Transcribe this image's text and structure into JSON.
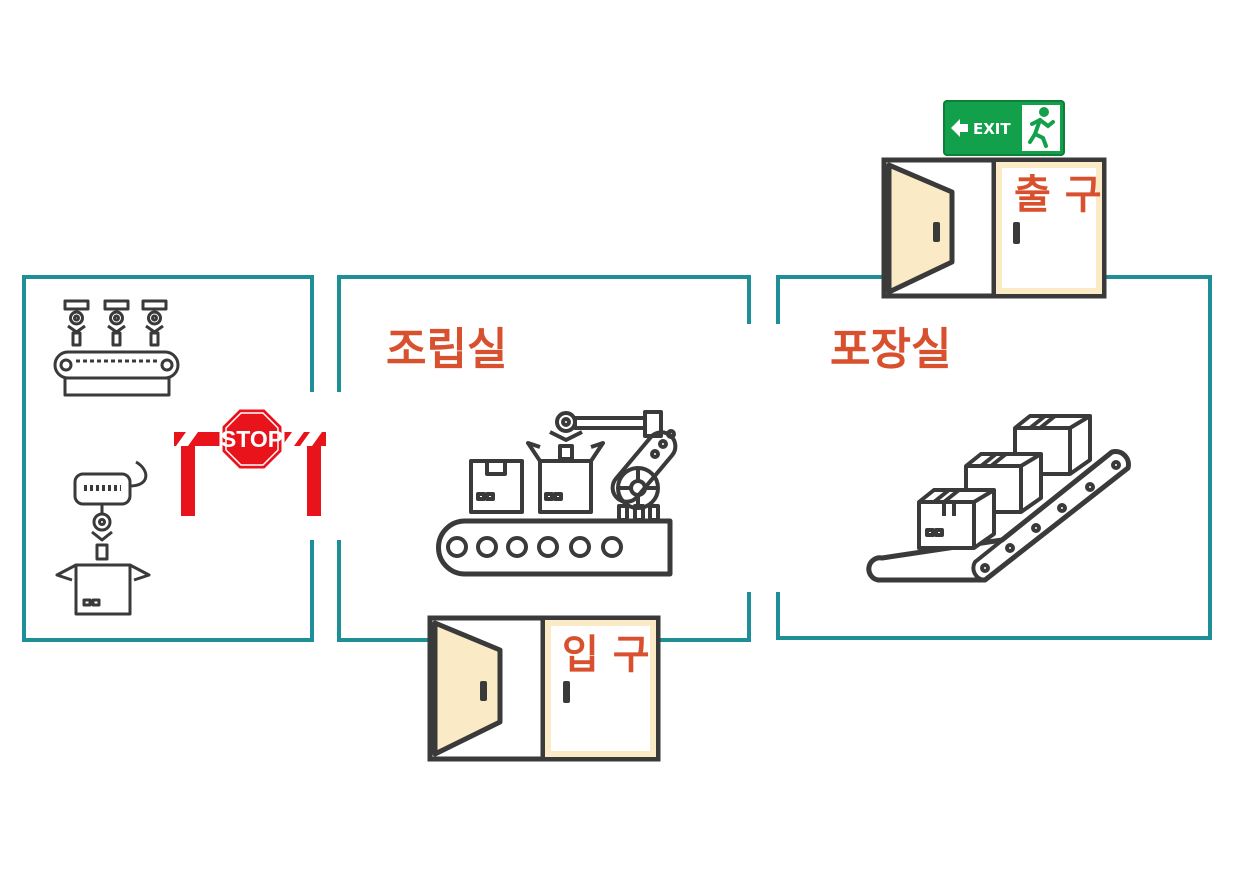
{
  "rooms": {
    "assembly": {
      "label": "조립실"
    },
    "packaging": {
      "label": "포장실"
    }
  },
  "doors": {
    "entrance": {
      "label": "입 구"
    },
    "exit": {
      "label": "출 구"
    }
  },
  "signs": {
    "stop": {
      "text": "STOP"
    },
    "exit": {
      "text": "EXIT"
    }
  },
  "colors": {
    "wall": "#1e8f96",
    "label": "#d9502f",
    "door_frame": "#3a3a3a",
    "door_panel": "#fbeac6",
    "stop_red": "#e8131b",
    "exit_green": "#12a14a",
    "icon_stroke": "#3a3a3a"
  },
  "icons": [
    "robot-arm-assembly-line-icon",
    "robot-packing-box-icon",
    "stop-barrier-icon",
    "robotic-assembly-line-icon",
    "box-conveyor-icon",
    "exit-sign-icon"
  ]
}
